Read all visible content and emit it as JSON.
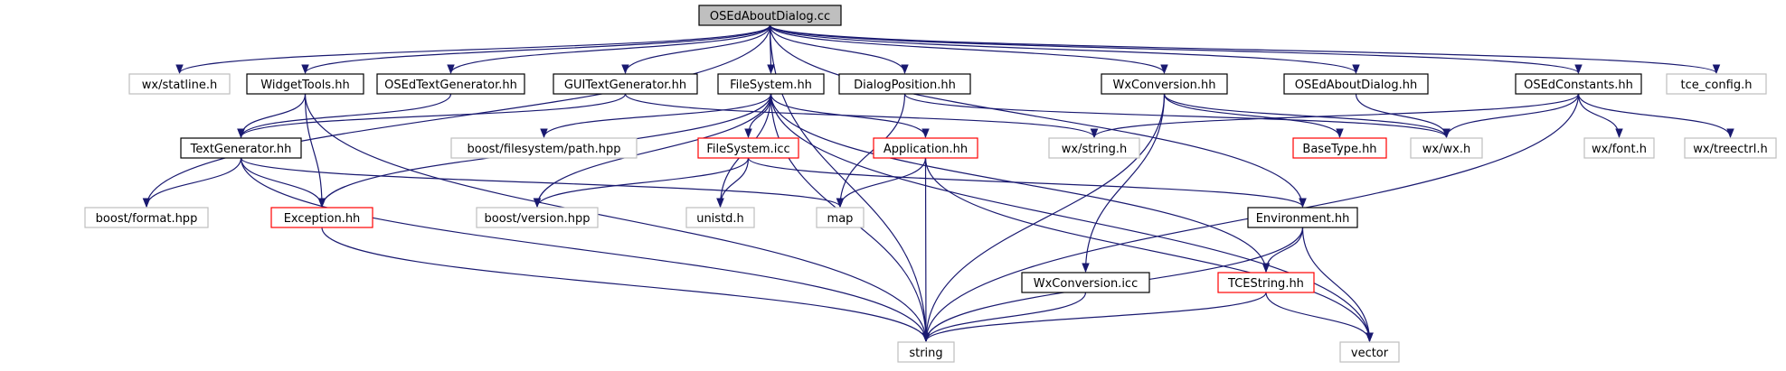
{
  "graph": {
    "title": "OSEdAboutDialog.cc",
    "colors": {
      "edge": "#191970",
      "root_fill": "#bfbfbf",
      "border_normal": "#000000",
      "border_truncated": "#ff0000",
      "border_external": "#bfbfbf"
    },
    "nodes": [
      {
        "id": "root",
        "label": "OSEdAboutDialog.cc",
        "style": "root"
      },
      {
        "id": "statline",
        "label": "wx/statline.h",
        "style": "external"
      },
      {
        "id": "widgettools",
        "label": "WidgetTools.hh",
        "style": "normal"
      },
      {
        "id": "osedtextgen",
        "label": "OSEdTextGenerator.hh",
        "style": "normal"
      },
      {
        "id": "guitextgen",
        "label": "GUITextGenerator.hh",
        "style": "normal"
      },
      {
        "id": "filesystem_hh",
        "label": "FileSystem.hh",
        "style": "normal"
      },
      {
        "id": "dialogpos",
        "label": "DialogPosition.hh",
        "style": "normal"
      },
      {
        "id": "wxconv_hh",
        "label": "WxConversion.hh",
        "style": "normal"
      },
      {
        "id": "osedabout_hh",
        "label": "OSEdAboutDialog.hh",
        "style": "normal"
      },
      {
        "id": "osedconst",
        "label": "OSEdConstants.hh",
        "style": "normal"
      },
      {
        "id": "tceconfig",
        "label": "tce_config.h",
        "style": "external"
      },
      {
        "id": "textgen",
        "label": "TextGenerator.hh",
        "style": "normal"
      },
      {
        "id": "boostpath",
        "label": "boost/filesystem/path.hpp",
        "style": "external"
      },
      {
        "id": "filesystem_icc",
        "label": "FileSystem.icc",
        "style": "truncated"
      },
      {
        "id": "application",
        "label": "Application.hh",
        "style": "truncated"
      },
      {
        "id": "wxstring",
        "label": "wx/string.h",
        "style": "external"
      },
      {
        "id": "basetype",
        "label": "BaseType.hh",
        "style": "truncated"
      },
      {
        "id": "wxwx",
        "label": "wx/wx.h",
        "style": "external"
      },
      {
        "id": "wxfont",
        "label": "wx/font.h",
        "style": "external"
      },
      {
        "id": "wxtreectrl",
        "label": "wx/treectrl.h",
        "style": "external"
      },
      {
        "id": "boostformat",
        "label": "boost/format.hpp",
        "style": "external"
      },
      {
        "id": "exception",
        "label": "Exception.hh",
        "style": "truncated"
      },
      {
        "id": "boostversion",
        "label": "boost/version.hpp",
        "style": "external"
      },
      {
        "id": "unistd",
        "label": "unistd.h",
        "style": "external"
      },
      {
        "id": "map",
        "label": "map",
        "style": "external"
      },
      {
        "id": "environment",
        "label": "Environment.hh",
        "style": "normal"
      },
      {
        "id": "wxconv_icc",
        "label": "WxConversion.icc",
        "style": "normal"
      },
      {
        "id": "tcestring",
        "label": "TCEString.hh",
        "style": "truncated"
      },
      {
        "id": "string",
        "label": "string",
        "style": "external"
      },
      {
        "id": "vector",
        "label": "vector",
        "style": "external"
      }
    ],
    "edges": [
      [
        "root",
        "statline"
      ],
      [
        "root",
        "widgettools"
      ],
      [
        "root",
        "osedtextgen"
      ],
      [
        "root",
        "guitextgen"
      ],
      [
        "root",
        "filesystem_hh"
      ],
      [
        "root",
        "dialogpos"
      ],
      [
        "root",
        "wxconv_hh"
      ],
      [
        "root",
        "osedabout_hh"
      ],
      [
        "root",
        "osedconst"
      ],
      [
        "root",
        "tceconfig"
      ],
      [
        "root",
        "boostformat"
      ],
      [
        "root",
        "string"
      ],
      [
        "root",
        "environment"
      ],
      [
        "widgettools",
        "textgen"
      ],
      [
        "widgettools",
        "exception"
      ],
      [
        "widgettools",
        "string"
      ],
      [
        "osedtextgen",
        "textgen"
      ],
      [
        "guitextgen",
        "textgen"
      ],
      [
        "guitextgen",
        "wxstring"
      ],
      [
        "filesystem_hh",
        "exception"
      ],
      [
        "filesystem_hh",
        "boostpath"
      ],
      [
        "filesystem_hh",
        "filesystem_icc"
      ],
      [
        "filesystem_hh",
        "application"
      ],
      [
        "filesystem_hh",
        "boostversion"
      ],
      [
        "filesystem_hh",
        "unistd"
      ],
      [
        "filesystem_hh",
        "string"
      ],
      [
        "filesystem_hh",
        "vector"
      ],
      [
        "filesystem_hh",
        "tcestring"
      ],
      [
        "dialogpos",
        "map"
      ],
      [
        "dialogpos",
        "wxwx"
      ],
      [
        "wxconv_hh",
        "string"
      ],
      [
        "wxconv_hh",
        "wxwx"
      ],
      [
        "wxconv_hh",
        "basetype"
      ],
      [
        "wxconv_hh",
        "wxconv_icc"
      ],
      [
        "osedabout_hh",
        "wxwx"
      ],
      [
        "osedconst",
        "wxstring"
      ],
      [
        "osedconst",
        "wxwx"
      ],
      [
        "osedconst",
        "wxfont"
      ],
      [
        "osedconst",
        "wxtreectrl"
      ],
      [
        "osedconst",
        "string"
      ],
      [
        "textgen",
        "boostformat"
      ],
      [
        "textgen",
        "exception"
      ],
      [
        "textgen",
        "map"
      ],
      [
        "textgen",
        "string"
      ],
      [
        "filesystem_icc",
        "boostversion"
      ],
      [
        "filesystem_icc",
        "unistd"
      ],
      [
        "filesystem_icc",
        "environment"
      ],
      [
        "application",
        "map"
      ],
      [
        "application",
        "string"
      ],
      [
        "application",
        "vector"
      ],
      [
        "exception",
        "string"
      ],
      [
        "environment",
        "tcestring"
      ],
      [
        "environment",
        "string"
      ],
      [
        "environment",
        "vector"
      ],
      [
        "wxconv_icc",
        "string"
      ],
      [
        "tcestring",
        "string"
      ],
      [
        "tcestring",
        "vector"
      ]
    ]
  }
}
